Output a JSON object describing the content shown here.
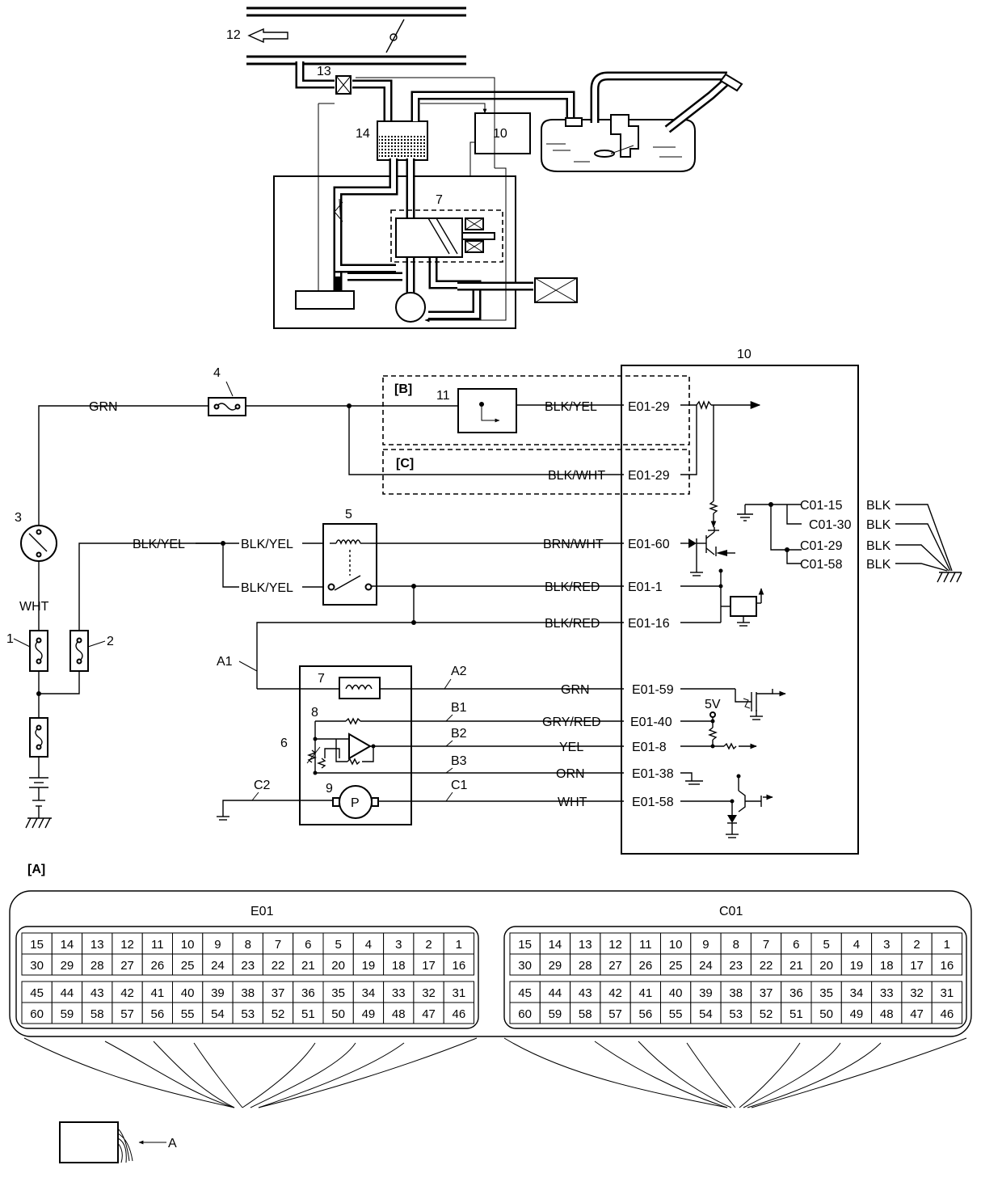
{
  "callouts": {
    "n1": "1",
    "n2": "2",
    "n3": "3",
    "n4": "4",
    "n5": "5",
    "n6": "6",
    "n7_top": "7",
    "n7": "7",
    "n8": "8",
    "n9": "9",
    "n10_top": "10",
    "n10": "10",
    "n11": "11",
    "n12": "12",
    "n13": "13",
    "n14": "14",
    "A": "A"
  },
  "frames": {
    "B": "[B]",
    "C": "[C]",
    "A": "[A]"
  },
  "wires": {
    "grn_main": "GRN",
    "wht_main": "WHT",
    "blk_yel_left": "BLK/YEL",
    "blk_yel_relay_coil": "BLK/YEL",
    "blk_yel_relay_sw": "BLK/YEL",
    "blk_yel_b": "BLK/YEL",
    "blk_wht_c": "BLK/WHT",
    "brn_wht": "BRN/WHT",
    "blk_red_1": "BLK/RED",
    "blk_red_2": "BLK/RED",
    "grn_valve": "GRN",
    "gry_red": "GRY/RED",
    "yel": "YEL",
    "orn": "ORN",
    "wht_pump": "WHT",
    "blk1": "BLK",
    "blk2": "BLK",
    "blk3": "BLK",
    "blk4": "BLK"
  },
  "terminals": {
    "t_e01_29_b": "E01-29",
    "t_e01_29_c": "E01-29",
    "t_e01_60": "E01-60",
    "t_e01_1": "E01-1",
    "t_e01_16": "E01-16",
    "t_e01_59": "E01-59",
    "t_e01_40": "E01-40",
    "t_e01_8": "E01-8",
    "t_e01_38": "E01-38",
    "t_e01_58": "E01-58",
    "t_c01_15": "C01-15",
    "t_c01_30": "C01-30",
    "t_c01_29": "C01-29",
    "t_c01_58": "C01-58"
  },
  "module_pins": {
    "a1": "A1",
    "a2": "A2",
    "b1": "B1",
    "b2": "B2",
    "b3": "B3",
    "c1": "C1",
    "c2": "C2",
    "v5": "5V"
  },
  "pump_symbol": "P",
  "connectors": [
    {
      "name": "E01",
      "rows": [
        [
          "15",
          "14",
          "13",
          "12",
          "11",
          "10",
          "9",
          "8",
          "7",
          "6",
          "5",
          "4",
          "3",
          "2",
          "1"
        ],
        [
          "30",
          "29",
          "28",
          "27",
          "26",
          "25",
          "24",
          "23",
          "22",
          "21",
          "20",
          "19",
          "18",
          "17",
          "16"
        ],
        [
          "45",
          "44",
          "43",
          "42",
          "41",
          "40",
          "39",
          "38",
          "37",
          "36",
          "35",
          "34",
          "33",
          "32",
          "31"
        ],
        [
          "60",
          "59",
          "58",
          "57",
          "56",
          "55",
          "54",
          "53",
          "52",
          "51",
          "50",
          "49",
          "48",
          "47",
          "46"
        ]
      ]
    },
    {
      "name": "C01",
      "rows": [
        [
          "15",
          "14",
          "13",
          "12",
          "11",
          "10",
          "9",
          "8",
          "7",
          "6",
          "5",
          "4",
          "3",
          "2",
          "1"
        ],
        [
          "30",
          "29",
          "28",
          "27",
          "26",
          "25",
          "24",
          "23",
          "22",
          "21",
          "20",
          "19",
          "18",
          "17",
          "16"
        ],
        [
          "45",
          "44",
          "43",
          "42",
          "41",
          "40",
          "39",
          "38",
          "37",
          "36",
          "35",
          "34",
          "33",
          "32",
          "31"
        ],
        [
          "60",
          "59",
          "58",
          "57",
          "56",
          "55",
          "54",
          "53",
          "52",
          "51",
          "50",
          "49",
          "48",
          "47",
          "46"
        ]
      ]
    }
  ]
}
